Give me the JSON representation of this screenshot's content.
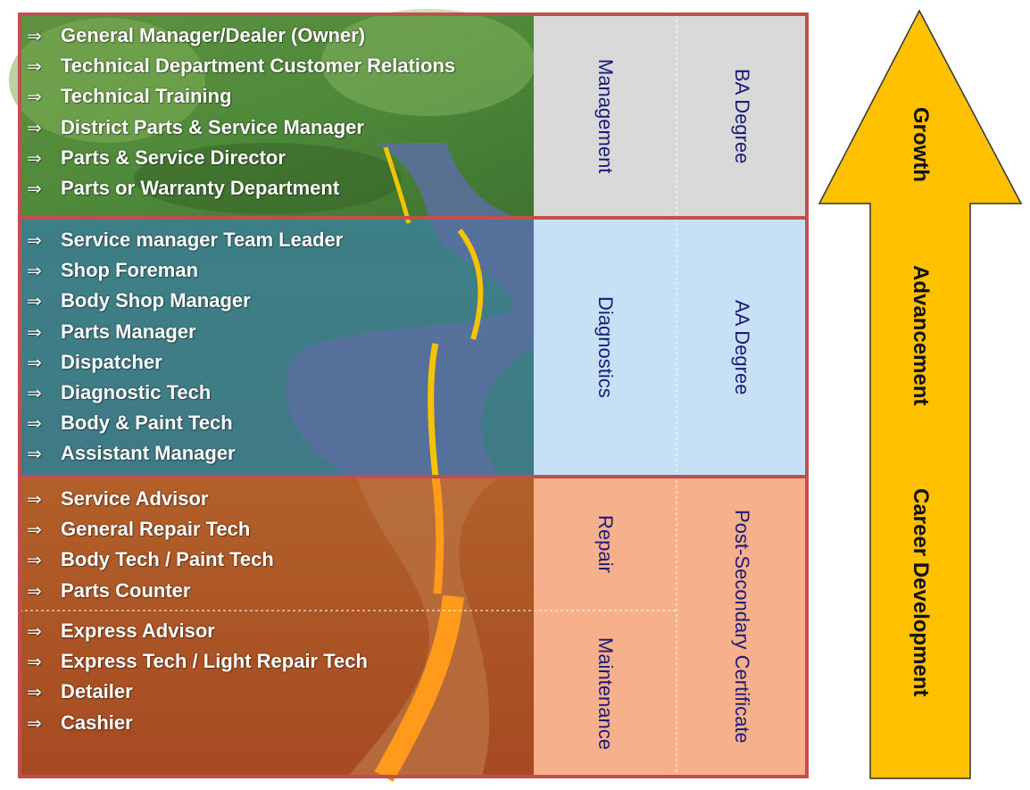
{
  "tiers": [
    {
      "id": "management",
      "items": [
        "General Manager/Dealer (Owner)",
        "Technical Department Customer Relations",
        "Technical Training",
        "District Parts & Service Manager",
        "Parts & Service Director",
        "Parts or Warranty Department"
      ],
      "column_label": "Management",
      "education_label": "BA Degree"
    },
    {
      "id": "diagnostics",
      "items": [
        "Service manager Team Leader",
        "Shop Foreman",
        "Body Shop Manager",
        "Parts Manager",
        "Dispatcher",
        "Diagnostic Tech",
        "Body & Paint Tech",
        "Assistant Manager"
      ],
      "column_label": "Diagnostics",
      "education_label": "AA Degree"
    },
    {
      "id": "repair",
      "items": [
        "Service Advisor",
        "General Repair Tech",
        "Body Tech / Paint Tech",
        "Parts Counter"
      ],
      "column_label": "Repair"
    },
    {
      "id": "maintenance",
      "items": [
        "Express Advisor",
        "Express Tech / Light Repair Tech",
        "Detailer",
        "Cashier"
      ],
      "column_label": "Maintenance"
    }
  ],
  "shared_education_label": "Post-Secondary Certificate",
  "bullet_glyph": "⇒",
  "arrow_labels": [
    "Growth",
    "Advancement",
    "Career Development"
  ],
  "colors": {
    "frame": "#c0504d",
    "management_fill": "#d9d9d9",
    "diagnostics_fill": "#c6e0f5",
    "repair_fill": "#f6b08c",
    "arrow_fill": "#ffc000",
    "label_text": "#1a1a78"
  }
}
